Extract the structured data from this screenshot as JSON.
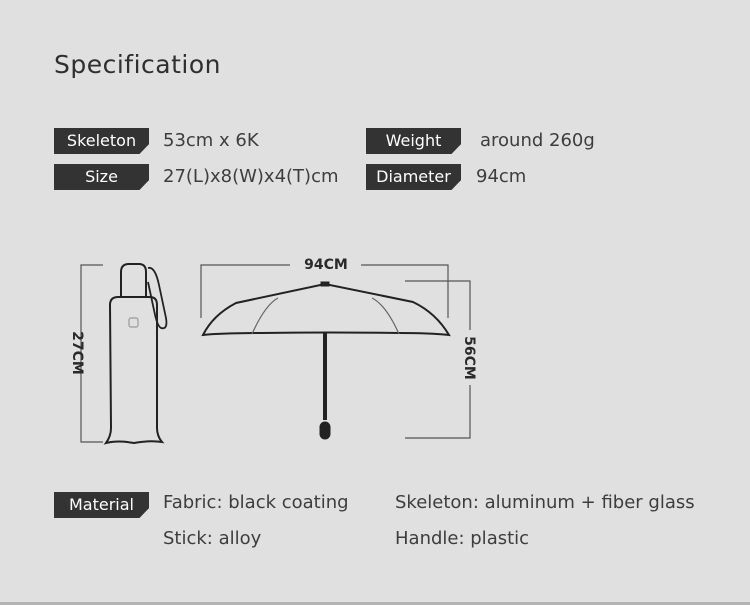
{
  "title": "Specification",
  "specs": {
    "skeleton": {
      "label": "Skeleton",
      "value": "53cm x 6K"
    },
    "size": {
      "label": "Size",
      "value": "27(L)x8(W)x4(T)cm"
    },
    "weight": {
      "label": "Weight",
      "value": "around 260g"
    },
    "diameter": {
      "label": "Diameter",
      "value": "94cm"
    }
  },
  "diagram": {
    "folded_length": "27CM",
    "open_diameter": "94CM",
    "open_height": "56CM"
  },
  "material": {
    "label": "Material",
    "fabric": "Fabric: black coating",
    "skeleton": "Skeleton: aluminum + fiber glass",
    "stick": "Stick: alloy",
    "handle": "Handle: plastic"
  },
  "colors": {
    "background": "#e0e0e0",
    "tag_bg": "#333333",
    "tag_text": "#ffffff",
    "text": "#3d3d3d"
  }
}
